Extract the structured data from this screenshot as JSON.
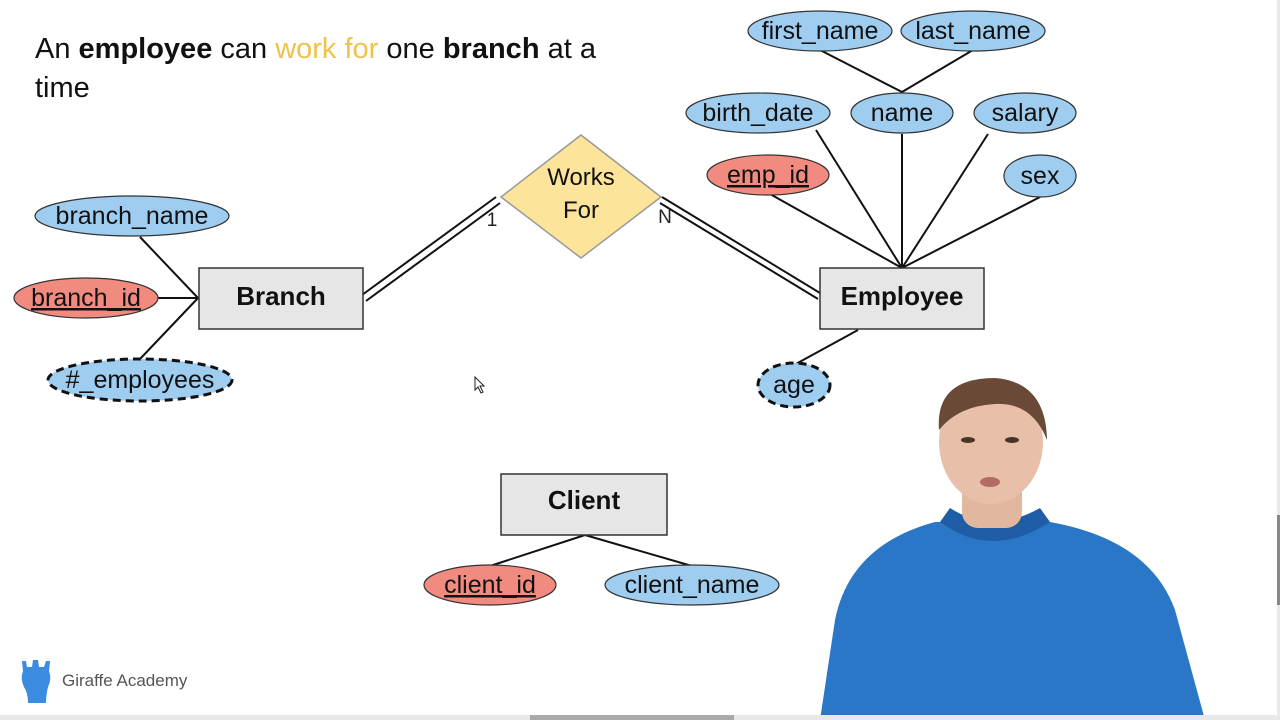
{
  "title": {
    "part1": "An ",
    "bold1": "employee",
    "part2": " can ",
    "highlight": "work for",
    "part3": " one ",
    "bold2": "branch",
    "part4": " at a time"
  },
  "entities": {
    "branch": "Branch",
    "employee": "Employee",
    "client": "Client"
  },
  "relationship": {
    "line1": "Works",
    "line2": "For",
    "card_branch": "1",
    "card_employee": "N"
  },
  "attributes": {
    "branch_name": "branch_name",
    "branch_id": "branch_id",
    "num_employees": "#_employees",
    "first_name": "first_name",
    "last_name": "last_name",
    "birth_date": "birth_date",
    "name": "name",
    "salary": "salary",
    "emp_id": "emp_id",
    "sex": "sex",
    "age": "age",
    "client_id": "client_id",
    "client_name": "client_name"
  },
  "brand": {
    "name": "Giraffe Academy",
    "icon": "giraffe-icon"
  },
  "colors": {
    "attribute": "#9fcdf0",
    "key_attribute": "#f28b7f",
    "entity": "#e6e6e6",
    "relationship": "#fde49b",
    "highlight": "#f1c14a",
    "shirt": "#2a77c7"
  }
}
